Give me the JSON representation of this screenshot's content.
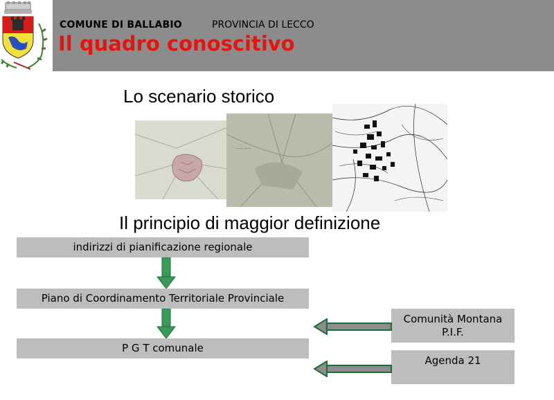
{
  "header": {
    "comune": "COMUNE DI BALLABIO",
    "provincia": "PROVINCIA DI LECCO",
    "title": "Il quadro conoscitivo"
  },
  "section1": {
    "heading": "Lo scenario storico"
  },
  "section2": {
    "heading": "Il principio di maggior definizione"
  },
  "hierarchy": [
    "indirizzi di pianificazione regionale",
    "Piano di Coordinamento Territoriale Provinciale",
    "P G T comunale"
  ],
  "side_boxes": [
    {
      "line1": "Comunità Montana",
      "line2": "P.I.F."
    },
    {
      "line1": "Agenda 21"
    }
  ],
  "colors": {
    "header_bg": "#8c8c8c",
    "title": "#e8130c",
    "box_bg": "#bdbdbd",
    "arrow_green": "#3a9a5a"
  }
}
